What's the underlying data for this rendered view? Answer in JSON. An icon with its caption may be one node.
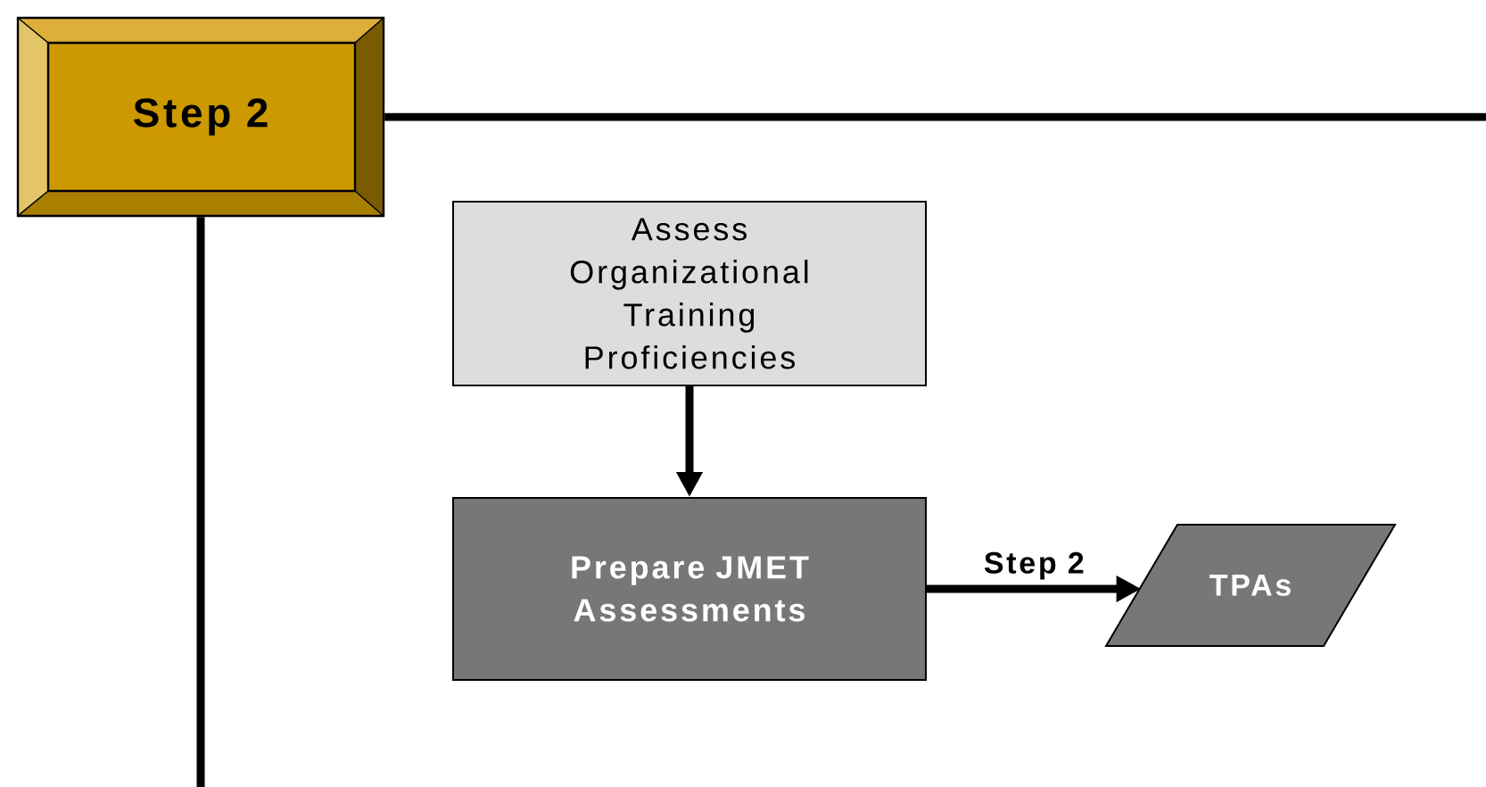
{
  "diagram": {
    "nodes": [
      {
        "text": [
          "Step 2"
        ]
      },
      {
        "text": [
          "Assess Organizational Training Proficiencies"
        ]
      },
      {
        "text": [
          "Prepare JMET Assessments"
        ]
      },
      {
        "text": [
          "TPAs"
        ]
      }
    ],
    "edges": [
      {
        "from": 0,
        "to": null,
        "arrow": "none"
      },
      {
        "from": 0,
        "to": null,
        "arrow": "none"
      },
      {
        "from": 1,
        "to": 2,
        "arrow": "to"
      },
      {
        "from": 2,
        "to": 3,
        "arrow": "to",
        "label": "Step 2"
      }
    ]
  }
}
